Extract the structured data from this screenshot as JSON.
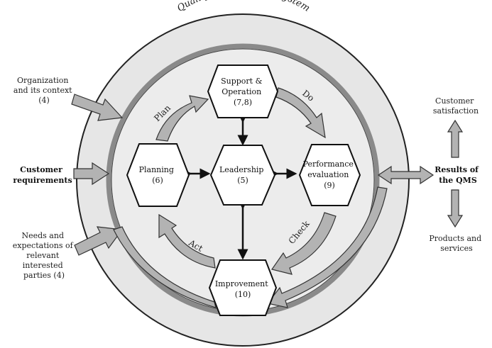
{
  "title": "Quality Management System",
  "inputs": {
    "org_context": [
      "Organization",
      "and its context",
      "(4)"
    ],
    "customer_req": [
      "Customer",
      "requirements"
    ],
    "needs": [
      "Needs and",
      "expectations of",
      "relevant",
      "interested",
      "parties (4)"
    ]
  },
  "hexagons": {
    "support": [
      "Support &",
      "Operation",
      "(7,8)"
    ],
    "planning": [
      "Planning",
      "(6)"
    ],
    "leadership": [
      "Leadership",
      "(5)"
    ],
    "performance": [
      "Performance",
      "evaluation",
      "(9)"
    ],
    "improvement": [
      "Improvement",
      "(10)"
    ]
  },
  "cycle": {
    "plan": "Plan",
    "do": "Do",
    "check": "Check",
    "act": "Act"
  },
  "outputs": {
    "results": [
      "Results of",
      "the QMS"
    ],
    "satisfaction": [
      "Customer",
      "satisfaction"
    ],
    "products": [
      "Products and",
      "services"
    ]
  },
  "colors": {
    "ring_fill": "#e6e6e6",
    "inner_fill": "#ececec",
    "ring_band": "#8a8a8a",
    "arrow_fill": "#b3b3b3",
    "stroke": "#222222"
  }
}
